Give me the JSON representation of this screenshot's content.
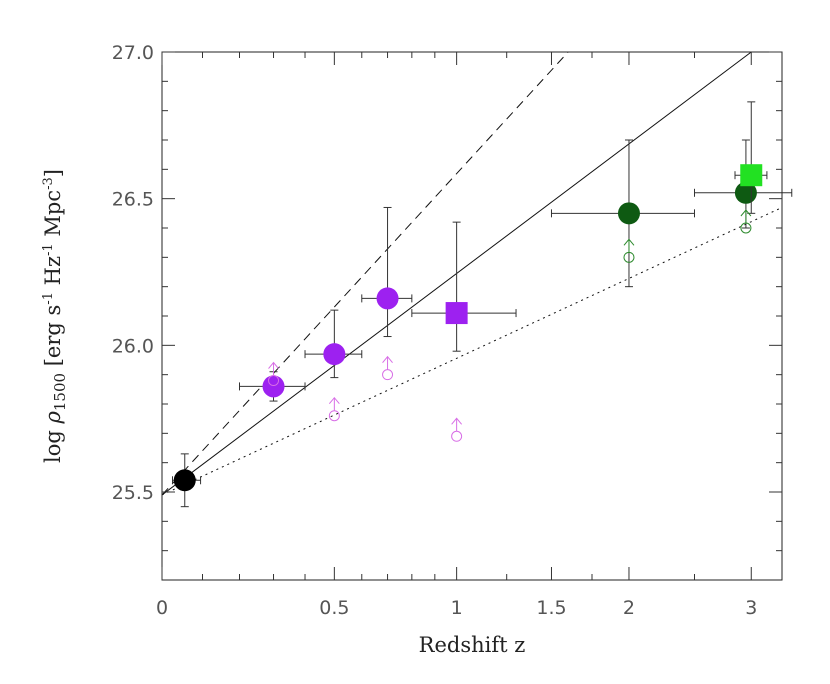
{
  "chart_data": {
    "type": "scatter",
    "xlabel": "Redshift z",
    "ylabel_parts": {
      "prefix": "log ",
      "rho": "ρ",
      "rho_sub": "1500",
      "units_open": " [erg s",
      "exp1": "-1",
      "units_mid1": " Hz",
      "exp2": "-1",
      "units_mid2": " Mpc",
      "exp3": "-3",
      "units_close": "]"
    },
    "x_axis": {
      "scale": "log(1+z)",
      "range": [
        0,
        3.3
      ]
    },
    "ylim": [
      25.2,
      27.0
    ],
    "x_ticks": [
      "0",
      "0.5",
      "1",
      "1.5",
      "2",
      "3"
    ],
    "y_ticks": [
      "25.5",
      "26.0",
      "26.5",
      "27.0"
    ],
    "series": [
      {
        "marker": "circle-filled",
        "color": "#000000",
        "points": [
          {
            "x": 0.055,
            "y": 25.54,
            "xerr": [
              0.03,
              0.04
            ],
            "yerr": [
              0.09,
              0.09
            ]
          }
        ]
      },
      {
        "marker": "circle-filled",
        "color": "#9d21f0",
        "points": [
          {
            "x": 0.3,
            "y": 25.86,
            "xerr": [
              0.1,
              0.1
            ],
            "yerr": [
              0.05,
              0.05
            ]
          },
          {
            "x": 0.5,
            "y": 25.97,
            "xerr": [
              0.1,
              0.1
            ],
            "yerr": [
              0.08,
              0.15
            ]
          },
          {
            "x": 0.7,
            "y": 26.16,
            "xerr": [
              0.1,
              0.1
            ],
            "yerr": [
              0.13,
              0.31
            ]
          }
        ]
      },
      {
        "marker": "square-filled",
        "color": "#9d21f0",
        "points": [
          {
            "x": 1.0,
            "y": 26.11,
            "xerr": [
              0.2,
              0.3
            ],
            "yerr": [
              0.13,
              0.31
            ]
          }
        ]
      },
      {
        "marker": "circle-filled",
        "color": "#0e5a12",
        "points": [
          {
            "x": 2.0,
            "y": 26.45,
            "xerr": [
              0.5,
              0.5
            ],
            "yerr": [
              0.25,
              0.25
            ]
          },
          {
            "x": 2.95,
            "y": 26.52,
            "xerr": [
              0.45,
              0.45
            ],
            "yerr": [
              0.12,
              0.18
            ]
          }
        ]
      },
      {
        "marker": "square-filled",
        "color": "#22e122",
        "points": [
          {
            "x": 3.0,
            "y": 26.58,
            "xerr": [
              0.15,
              0.15
            ],
            "yerr": [
              0.13,
              0.25
            ]
          }
        ]
      },
      {
        "marker": "circle-open-lower-limit",
        "color": "#d86fe6",
        "points": [
          {
            "x": 0.3,
            "y": 25.88
          },
          {
            "x": 0.5,
            "y": 25.76
          },
          {
            "x": 0.7,
            "y": 25.9
          },
          {
            "x": 1.0,
            "y": 25.69
          }
        ]
      },
      {
        "marker": "circle-open-lower-limit",
        "color": "#2e8b2e",
        "points": [
          {
            "x": 2.0,
            "y": 26.3
          },
          {
            "x": 2.95,
            "y": 26.4
          }
        ]
      }
    ],
    "lines": [
      {
        "style": "solid",
        "points": [
          {
            "x": 0,
            "y": 25.49
          },
          {
            "x": 3.0,
            "y": 27.0
          }
        ]
      },
      {
        "style": "dashed",
        "points": [
          {
            "x": 0,
            "y": 25.49
          },
          {
            "x": 1.6,
            "y": 27.0
          }
        ]
      },
      {
        "style": "dotted",
        "points": [
          {
            "x": 0,
            "y": 25.49
          },
          {
            "x": 3.3,
            "y": 26.47
          }
        ]
      }
    ]
  }
}
